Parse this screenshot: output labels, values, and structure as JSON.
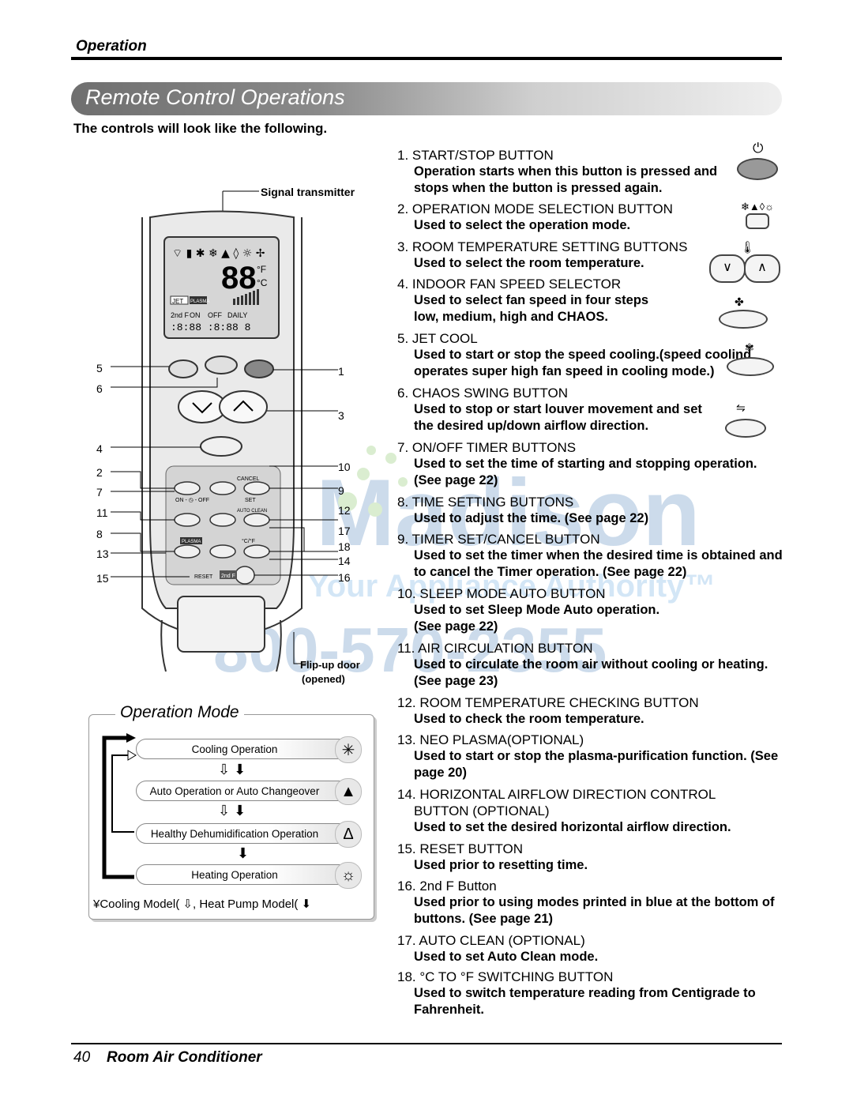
{
  "header": {
    "section": "Operation",
    "title": "Remote Control Operations"
  },
  "intro": "The controls will look like the following.",
  "remote": {
    "signal_label": "Signal transmitter",
    "flip_label_line1": "Flip-up door",
    "flip_label_line2": "(opened)",
    "left_numbers": [
      "5",
      "6",
      "4",
      "2",
      "7",
      "11",
      "8",
      "13",
      "15"
    ],
    "right_numbers": [
      "1",
      "3",
      "10",
      "9",
      "12",
      "17",
      "18",
      "14",
      "16"
    ],
    "lcd": {
      "jet": "JET",
      "plasma": "PLASMA",
      "on": "ON",
      "off": "OFF",
      "daily": "DAILY",
      "second": "2nd F",
      "digits": "88"
    },
    "labels": {
      "cancel": "CANCEL",
      "set": "SET",
      "auto_clean": "AUTO CLEAN",
      "on_off": "ON - ◷ - OFF",
      "plasma": "PLASMA",
      "cf": "°C/°F",
      "reset": "RESET",
      "second_f": "2nd F"
    }
  },
  "items": [
    {
      "title": "1. START/STOP BUTTON",
      "desc": [
        "Operation starts when this button is pressed and",
        "stops when the button is pressed again."
      ]
    },
    {
      "title": "2. OPERATION MODE SELECTION BUTTON",
      "desc": [
        "Used to select the operation mode."
      ]
    },
    {
      "title": "3. ROOM TEMPERATURE SETTING BUTTONS",
      "desc": [
        "Used to select the room temperature."
      ]
    },
    {
      "title": "4. INDOOR FAN SPEED SELECTOR",
      "desc": [
        "Used to select fan speed in four steps",
        "low, medium, high and CHAOS."
      ]
    },
    {
      "title": "5. JET COOL",
      "desc": [
        "Used to start or stop the speed cooling.(speed cooling",
        "operates super high fan speed in cooling mode.)"
      ]
    },
    {
      "title": "6. CHAOS SWING BUTTON",
      "desc": [
        "Used to stop or start louver movement and set",
        "the desired up/down airflow direction."
      ]
    },
    {
      "title": "7. ON/OFF TIMER BUTTONS",
      "desc": [
        "Used to set the time of starting and stopping operation.",
        "(See page 22)"
      ]
    },
    {
      "title": "8. TIME SETTING BUTTONS",
      "desc": [
        "Used to adjust the time. (See page 22)"
      ]
    },
    {
      "title": "9. TIMER SET/CANCEL BUTTON",
      "desc": [
        "Used to set the timer when the desired time is obtained and",
        "to cancel the Timer operation. (See page 22)"
      ]
    },
    {
      "title": "10. SLEEP MODE AUTO BUTTON",
      "desc": [
        "Used to set Sleep Mode Auto operation.",
        "(See page 22)"
      ]
    },
    {
      "title": "11. AIR CIRCULATION BUTTON",
      "desc": [
        "Used to circulate the room air without cooling or heating.",
        "(See page 23)"
      ]
    },
    {
      "title": "12. ROOM TEMPERATURE CHECKING BUTTON",
      "desc": [
        "Used to check the room temperature."
      ]
    },
    {
      "title": "13. NEO PLASMA(OPTIONAL)",
      "desc": [
        "Used to start or stop the plasma-purification function. (See",
        "page 20)"
      ]
    },
    {
      "title": "14. HORIZONTAL AIRFLOW DIRECTION CONTROL",
      "title2": "BUTTON (OPTIONAL)",
      "desc": [
        "Used to set the desired horizontal airflow direction."
      ]
    },
    {
      "title": "15. RESET BUTTON",
      "desc": [
        "Used prior to resetting time."
      ]
    },
    {
      "title": "16. 2nd F Button",
      "desc": [
        "Used prior to using modes printed in blue at the bottom of",
        "buttons. (See page 21)"
      ]
    },
    {
      "title": "17. AUTO CLEAN (OPTIONAL)",
      "desc": [
        "Used to set Auto Clean mode."
      ]
    },
    {
      "title": "18. °C TO °F SWITCHING BUTTON",
      "desc": [
        "Used to switch temperature reading from Centigrade to",
        "Fahrenheit."
      ]
    }
  ],
  "operation_mode": {
    "title": "Operation Mode",
    "modes": [
      {
        "label": "Cooling Operation",
        "icon": "snowflake-icon",
        "glyph": "✳"
      },
      {
        "label": "Auto Operation or Auto Changeover",
        "icon": "auto-icon",
        "glyph": "▲"
      },
      {
        "label": "Healthy Dehumidification Operation",
        "icon": "droplet-icon",
        "glyph": "Δ"
      },
      {
        "label": "Heating Operation",
        "icon": "sun-icon",
        "glyph": "☼"
      }
    ],
    "note_a": "¥Cooling Model(",
    "note_b": ", Heat Pump Model("
  },
  "watermark": {
    "brand": "Madison",
    "tagline": "Your Appliance Authority™",
    "phone": "800-570-2355"
  },
  "footer": {
    "page": "40",
    "title": "Room Air Conditioner"
  }
}
